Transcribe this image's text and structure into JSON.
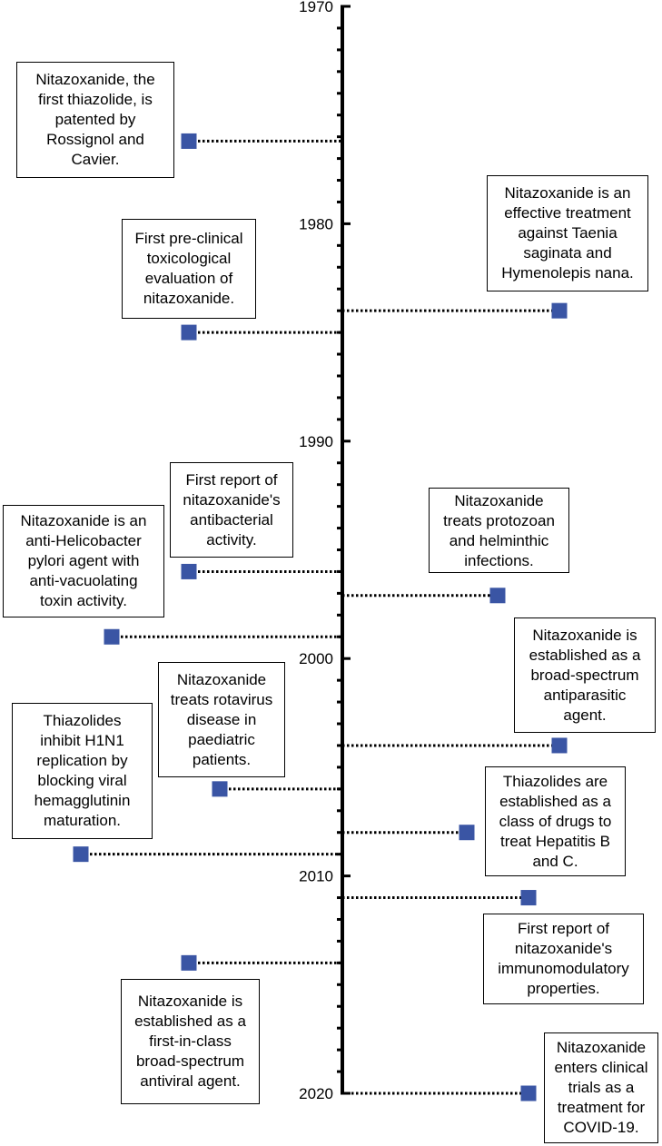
{
  "diagram": {
    "type": "timeline",
    "axis": {
      "year_labels": [
        "1970",
        "1980",
        "1990",
        "2000",
        "2010",
        "2020"
      ]
    },
    "colors": {
      "marker": "#3a55a4",
      "line": "#000000",
      "connector": "#000000"
    },
    "events": [
      {
        "id": "e1",
        "year": 1976.2,
        "side": "left",
        "lines": [
          "Nitazoxanide, the",
          "first thiazolide, is",
          "patented by",
          "Rossignol and",
          "Cavier."
        ]
      },
      {
        "id": "e2",
        "year": 1984.0,
        "side": "right",
        "lines": [
          "Nitazoxanide is an",
          "effective treatment",
          "against Taenia",
          "saginata and",
          "Hymenolepis nana."
        ]
      },
      {
        "id": "e3",
        "year": 1985.0,
        "side": "left",
        "lines": [
          "First pre-clinical",
          "toxicological",
          "evaluation of",
          "nitazoxanide."
        ]
      },
      {
        "id": "e4",
        "year": 1996.0,
        "side": "left",
        "lines": [
          "First report of",
          "nitazoxanide's",
          "antibacterial",
          "activity."
        ]
      },
      {
        "id": "e5",
        "year": 1997.1,
        "side": "right",
        "lines": [
          "Nitazoxanide",
          "treats protozoan",
          "and helminthic",
          "infections."
        ]
      },
      {
        "id": "e6",
        "year": 1999.0,
        "side": "left",
        "lines": [
          "Nitazoxanide is an",
          "anti-Helicobacter",
          "pylori agent with",
          "anti-vacuolating",
          "toxin activity."
        ]
      },
      {
        "id": "e7",
        "year": 2004.0,
        "side": "right",
        "lines": [
          "Nitazoxanide is",
          "established as a",
          "broad-spectrum",
          "antiparasitic",
          "agent."
        ]
      },
      {
        "id": "e8",
        "year": 2006.0,
        "side": "left",
        "lines": [
          "Nitazoxanide",
          "treats rotavirus",
          "disease in",
          "paediatric",
          "patients."
        ]
      },
      {
        "id": "e9",
        "year": 2008.0,
        "side": "right",
        "lines": [
          "Thiazolides are",
          "established as a",
          "class of drugs to",
          "treat Hepatitis B",
          "and C."
        ]
      },
      {
        "id": "e10",
        "year": 2009.0,
        "side": "left",
        "lines": [
          "Thiazolides",
          "inhibit H1N1",
          "replication by",
          "blocking viral",
          "hemagglutinin",
          "maturation."
        ]
      },
      {
        "id": "e11",
        "year": 2011.0,
        "side": "right",
        "lines": [
          "First report of",
          "nitazoxanide's",
          "immunomodulatory",
          "properties."
        ]
      },
      {
        "id": "e12",
        "year": 2014.0,
        "side": "left",
        "lines": [
          "Nitazoxanide is",
          "established as a",
          "first-in-class",
          "broad-spectrum",
          "antiviral agent."
        ]
      },
      {
        "id": "e13",
        "year": 2020.0,
        "side": "right",
        "lines": [
          "Nitazoxanide",
          "enters clinical",
          "trials as a",
          "treatment for",
          "COVID-19."
        ]
      }
    ]
  }
}
